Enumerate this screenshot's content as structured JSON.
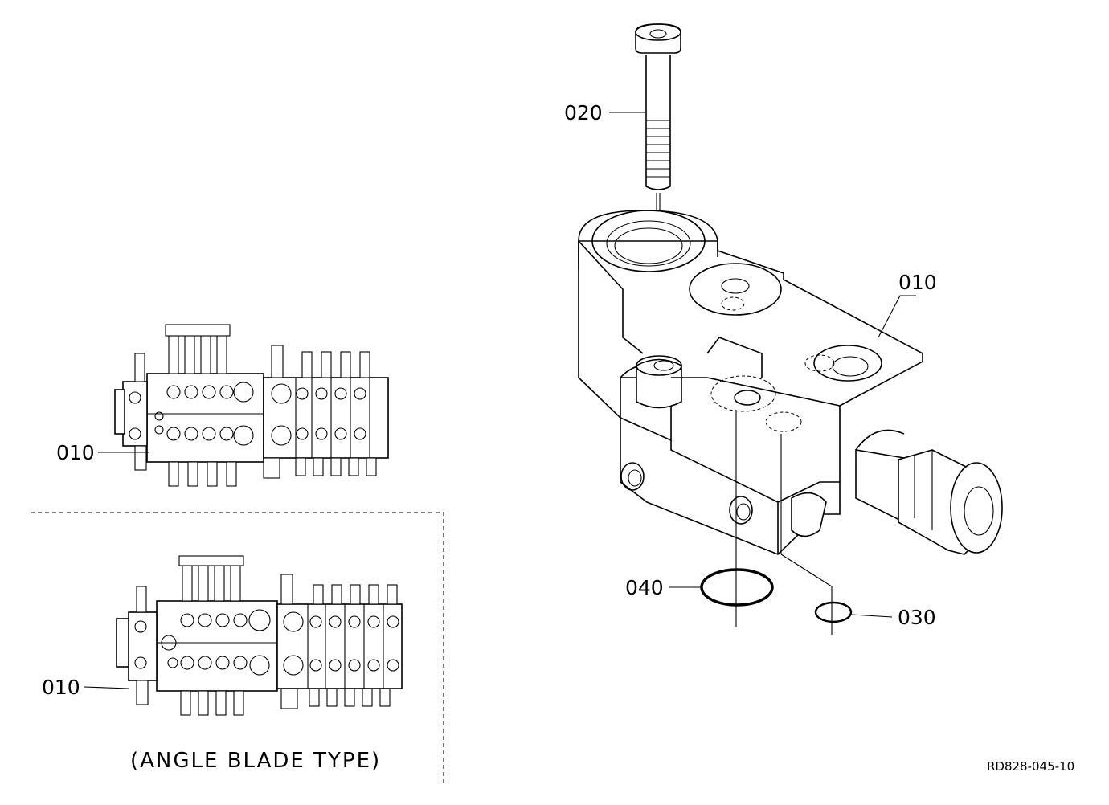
{
  "callouts": {
    "bolt": "020",
    "block": "010",
    "oring_large": "040",
    "oring_small": "030",
    "assembly_std": "010",
    "assembly_angle": "010"
  },
  "caption": "(ANGLE BLADE TYPE)",
  "ref_code": "RD828-045-10"
}
